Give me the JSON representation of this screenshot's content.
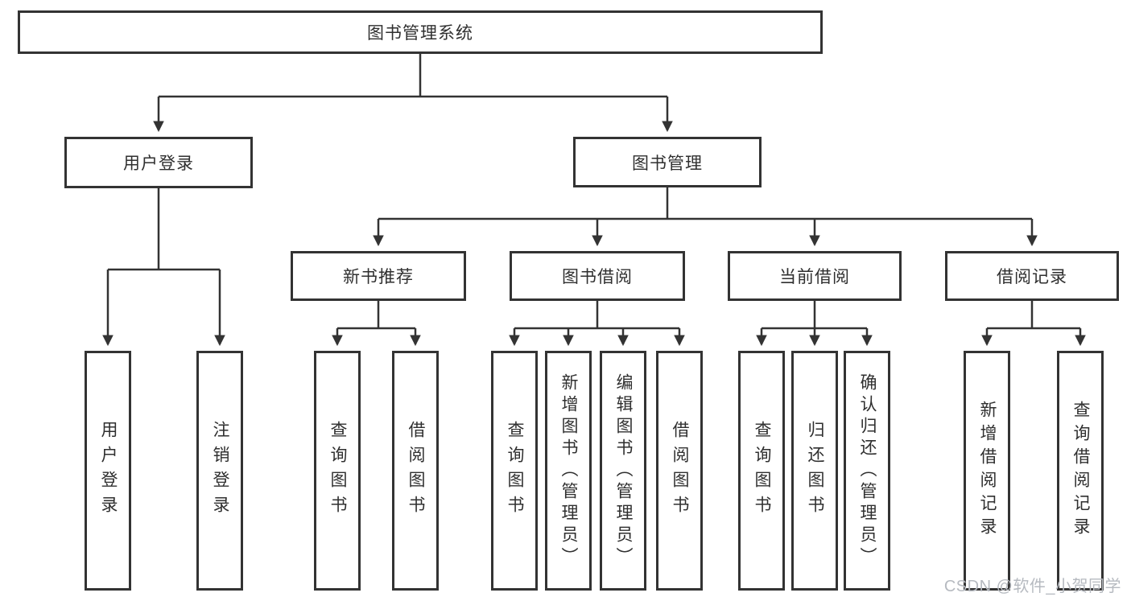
{
  "diagram": {
    "tree": {
      "root": {
        "label": "图书管理系统",
        "children": [
          {
            "label": "用户登录",
            "children": [
              {
                "label": "用户登录"
              },
              {
                "label": "注销登录"
              }
            ]
          },
          {
            "label": "图书管理",
            "children": [
              {
                "label": "新书推荐",
                "children": [
                  {
                    "label": "查询图书"
                  },
                  {
                    "label": "借阅图书"
                  }
                ]
              },
              {
                "label": "图书借阅",
                "children": [
                  {
                    "label": "查询图书"
                  },
                  {
                    "label": "新增图书（管理员）"
                  },
                  {
                    "label": "编辑图书（管理员）"
                  },
                  {
                    "label": "借阅图书"
                  }
                ]
              },
              {
                "label": "当前借阅",
                "children": [
                  {
                    "label": "查询图书"
                  },
                  {
                    "label": "归还图书"
                  },
                  {
                    "label": "确认归还（管理员）"
                  }
                ]
              },
              {
                "label": "借阅记录",
                "children": [
                  {
                    "label": "新增借阅记录"
                  },
                  {
                    "label": "查询借阅记录"
                  }
                ]
              }
            ]
          }
        ]
      }
    },
    "colors": {
      "line": "#333333",
      "box_border": "#333333",
      "box_fill": "#ffffff",
      "text": "#2f2f2f",
      "watermark": "#b6bac0"
    }
  },
  "watermark": {
    "text": "CSDN @软件_小贺同学"
  }
}
